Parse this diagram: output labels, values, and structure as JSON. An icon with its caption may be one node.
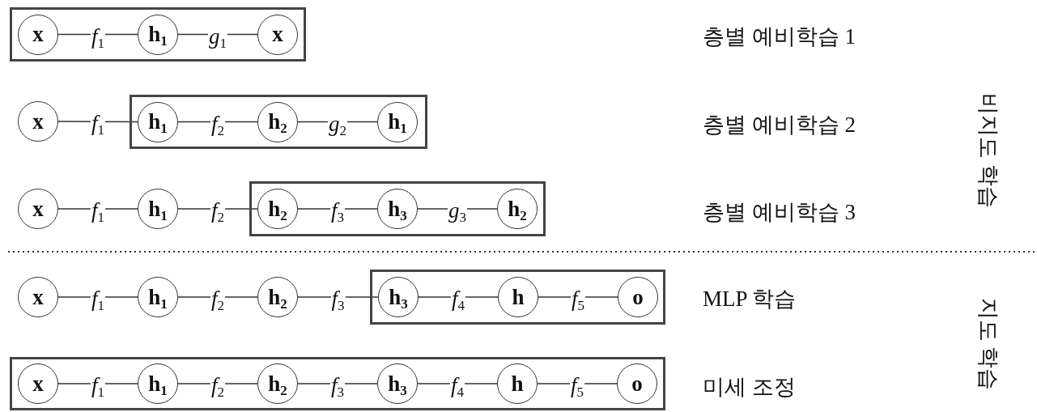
{
  "diagram": {
    "nodes": [
      {
        "text": [],
        "shape": "box"
      },
      {
        "text": [
          "x"
        ],
        "in": 0
      },
      {
        "text": [
          "h$_{1}$"
        ],
        "in": 0
      },
      {
        "text": [
          "x"
        ],
        "in": 0
      },
      {
        "text": [
          "x"
        ]
      },
      {
        "text": [],
        "shape": "box"
      },
      {
        "text": [
          "h$_{1}$"
        ],
        "in": 5
      },
      {
        "text": [
          "h$_{2}$"
        ],
        "in": 5
      },
      {
        "text": [
          "h$_{1}$"
        ],
        "in": 5
      },
      {
        "text": [
          "x"
        ]
      },
      {
        "text": [
          "h$_{1}$"
        ]
      },
      {
        "text": [],
        "shape": "box"
      },
      {
        "text": [
          "h$_{2}$"
        ],
        "in": 11
      },
      {
        "text": [
          "h$_{3}$"
        ],
        "in": 11
      },
      {
        "text": [
          "h$_{2}$"
        ],
        "in": 11
      },
      {
        "text": [
          "x"
        ]
      },
      {
        "text": [
          "h$_{1}$"
        ]
      },
      {
        "text": [
          "h$_{2}$"
        ]
      },
      {
        "text": [],
        "shape": "box"
      },
      {
        "text": [
          "h$_{3}$"
        ],
        "in": 18
      },
      {
        "text": [
          "h"
        ],
        "in": 18
      },
      {
        "text": [
          "o"
        ],
        "in": 18
      },
      {
        "text": [],
        "shape": "box"
      },
      {
        "text": [
          "x"
        ],
        "in": 22
      },
      {
        "text": [
          "h$_{1}$"
        ],
        "in": 22
      },
      {
        "text": [
          "h$_{2}$"
        ],
        "in": 22
      },
      {
        "text": [
          "h$_{3}$"
        ],
        "in": 22
      },
      {
        "text": [
          "h"
        ],
        "in": 22
      },
      {
        "text": [
          "o"
        ],
        "in": 22
      }
    ],
    "edges": [
      {
        "from": 1,
        "to": 2,
        "arrow": "none",
        "label": "f$_{1}$"
      },
      {
        "from": 2,
        "to": 3,
        "arrow": "none",
        "label": "g$_{1}$"
      },
      {
        "from": 4,
        "to": 6,
        "arrow": "none",
        "label": "f$_{1}$"
      },
      {
        "from": 6,
        "to": 7,
        "arrow": "none",
        "label": "f$_{2}$"
      },
      {
        "from": 7,
        "to": 8,
        "arrow": "none",
        "label": "g$_{2}$"
      },
      {
        "from": 9,
        "to": 10,
        "arrow": "none",
        "label": "f$_{1}$"
      },
      {
        "from": 10,
        "to": 12,
        "arrow": "none",
        "label": "f$_{2}$"
      },
      {
        "from": 12,
        "to": 13,
        "arrow": "none",
        "label": "f$_{3}$"
      },
      {
        "from": 13,
        "to": 14,
        "arrow": "none",
        "label": "g$_{3}$"
      },
      {
        "from": 15,
        "to": 16,
        "arrow": "none",
        "label": "f$_{1}$"
      },
      {
        "from": 16,
        "to": 17,
        "arrow": "none",
        "label": "f$_{2}$"
      },
      {
        "from": 17,
        "to": 19,
        "arrow": "none",
        "label": "f$_{3}$"
      },
      {
        "from": 19,
        "to": 20,
        "arrow": "none",
        "label": "f$_{4}$"
      },
      {
        "from": 20,
        "to": 21,
        "arrow": "none",
        "label": "f$_{5}$"
      },
      {
        "from": 23,
        "to": 24,
        "arrow": "none",
        "label": "f$_{1}$"
      },
      {
        "from": 24,
        "to": 25,
        "arrow": "none",
        "label": "f$_{2}$"
      },
      {
        "from": 25,
        "to": 26,
        "arrow": "none",
        "label": "f$_{3}$"
      },
      {
        "from": 26,
        "to": 27,
        "arrow": "none",
        "label": "f$_{4}$"
      },
      {
        "from": 27,
        "to": 28,
        "arrow": "none",
        "label": "f$_{5}$"
      }
    ],
    "labels": [
      "층별 예비학습 1",
      "층별 예비학습 2",
      "비지도 학습",
      "층별 예비학습 3",
      "MLP 학습",
      "지도 학습",
      "미세 조정"
    ]
  }
}
